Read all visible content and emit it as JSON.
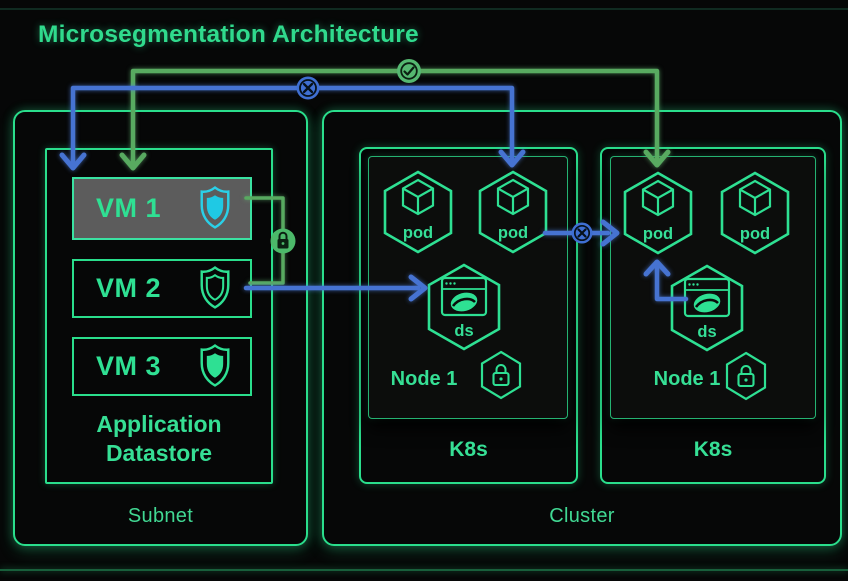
{
  "title": "Microsegmentation Architecture",
  "subnet": {
    "label": "Subnet",
    "datastore": {
      "line1": "Application",
      "line2": "Datastore"
    },
    "vms": [
      {
        "name": "VM 1",
        "shield": "filled-cyan",
        "highlighted": true
      },
      {
        "name": "VM 2",
        "shield": "outline-green",
        "highlighted": false
      },
      {
        "name": "VM 3",
        "shield": "filled-green",
        "highlighted": false
      }
    ]
  },
  "cluster": {
    "label": "Cluster",
    "k8s_groups": [
      {
        "label": "K8s",
        "node": {
          "label": "Node 1",
          "pods": [
            "pod",
            "pod"
          ],
          "daemonset_label": "ds",
          "lock_icon": "lock-hexagon-icon"
        }
      },
      {
        "label": "K8s",
        "node": {
          "label": "Node 1",
          "pods": [
            "pod",
            "pod"
          ],
          "daemonset_label": "ds",
          "lock_icon": "lock-hexagon-icon"
        }
      }
    ]
  },
  "connections": {
    "edges": [
      {
        "from": "VM 1",
        "to": "K8s-1 pod 2",
        "status": "blocked",
        "badge": "x-circle-icon",
        "color": "#4673d2"
      },
      {
        "from": "VM 1",
        "to": "K8s-2 pod 1",
        "status": "allowed",
        "badge": "check-circle-icon",
        "color": "#58aa60"
      },
      {
        "from": "VM 1",
        "to": "VM 2",
        "status": "secured",
        "badge": "lock-circle-icon",
        "color": "#58aa60"
      },
      {
        "from": "VM 2",
        "to": "K8s-1 ds",
        "status": "open",
        "badge": "",
        "color": "#4673d2"
      },
      {
        "from": "K8s-1 pod 2",
        "to": "K8s-2 pod 1",
        "status": "blocked",
        "badge": "x-circle-icon",
        "color": "#4673d2"
      },
      {
        "from": "K8s-2 ds",
        "to": "K8s-2 pod 1",
        "status": "open",
        "badge": "",
        "color": "#4673d2"
      }
    ]
  },
  "colors": {
    "background": "#060707",
    "box_green": "#2ade8c",
    "text_green": "#36df95",
    "arrow_green": "#58aa60",
    "arrow_blue": "#4673d2",
    "shield_cyan": "#2ad0e8",
    "vm1_highlight": "#5c5c5c",
    "badge_green": "#4eb86c",
    "badge_blue": "#3f6fd2"
  }
}
